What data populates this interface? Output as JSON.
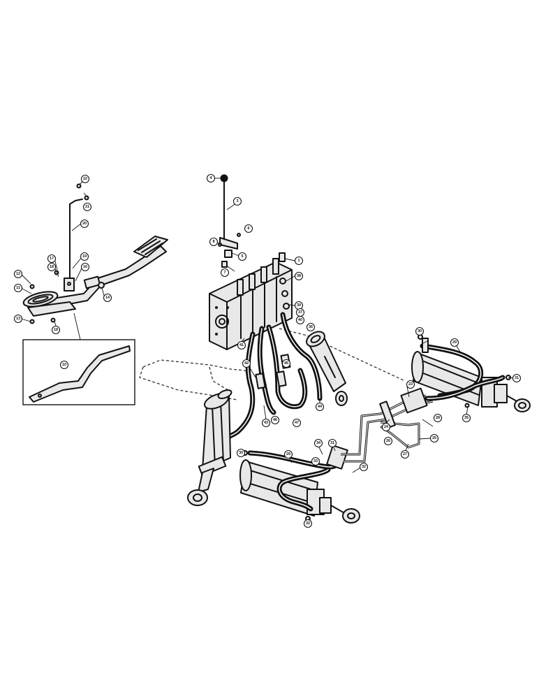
{
  "callouts": {
    "c1": "12",
    "c2": "11",
    "c3": "13",
    "c4": "17",
    "c5": "18",
    "c6": "16",
    "c7": "18",
    "c8": "19",
    "c9": "20",
    "c10": "21",
    "c11": "22",
    "c12": "14",
    "c13": "10",
    "c14": "4",
    "c15": "3",
    "c16": "6",
    "c17": "8",
    "c18": "5",
    "c19": "7",
    "c20": "1",
    "c21": "38",
    "c22": "39",
    "c23": "37",
    "c24": "36",
    "c25": "40",
    "c26": "41",
    "c27": "42",
    "c28": "43",
    "c29": "44",
    "c30": "45",
    "c31": "46",
    "c32": "47",
    "c33": "29",
    "c34": "30",
    "c35": "34",
    "c36": "33",
    "c37": "31",
    "c38": "32",
    "c39": "23",
    "c40": "24",
    "c41": "25",
    "c42": "26",
    "c43": "27",
    "c44": "28",
    "c45": "35",
    "c46": "29",
    "c47": "30",
    "c48": "31",
    "c49": "32"
  }
}
